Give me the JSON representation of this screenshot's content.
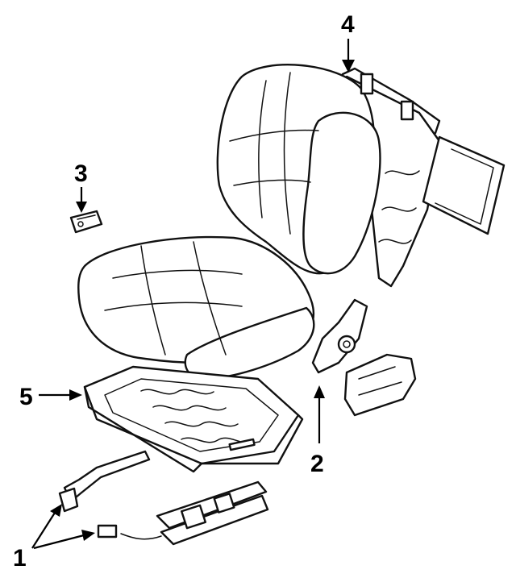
{
  "callouts": [
    {
      "id": "c1",
      "label": "1"
    },
    {
      "id": "c2",
      "label": "2"
    },
    {
      "id": "c3",
      "label": "3"
    },
    {
      "id": "c4",
      "label": "4"
    },
    {
      "id": "c5",
      "label": "5"
    }
  ]
}
